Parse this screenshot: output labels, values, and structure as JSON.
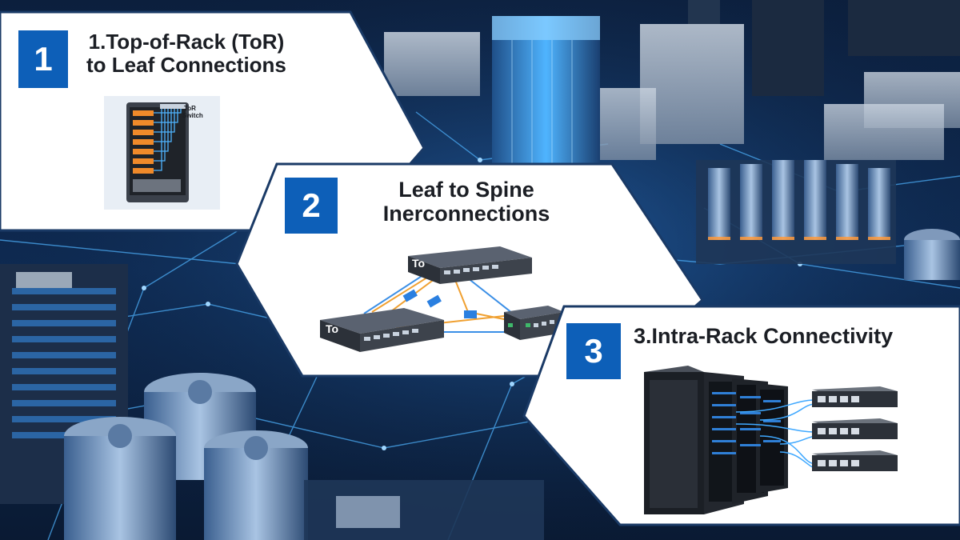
{
  "steps": [
    {
      "number": "1",
      "title_line1": "1.Top-of-Rack (ToR)",
      "title_line2": "to Leaf Connections",
      "rack_label_line1": "ToR",
      "rack_label_line2": "Switch"
    },
    {
      "number": "2",
      "title_line1": "Leaf to Spine",
      "title_line2": "Inerconnections",
      "switch_label": "To"
    },
    {
      "number": "3",
      "title": "3.Intra-Rack Connectivity"
    }
  ],
  "colors": {
    "badge": "#0d5fb8",
    "panel": "#ffffff",
    "panel_border": "#1a3a66",
    "background": "#0a1a33",
    "glow": "#3fa8ff"
  }
}
